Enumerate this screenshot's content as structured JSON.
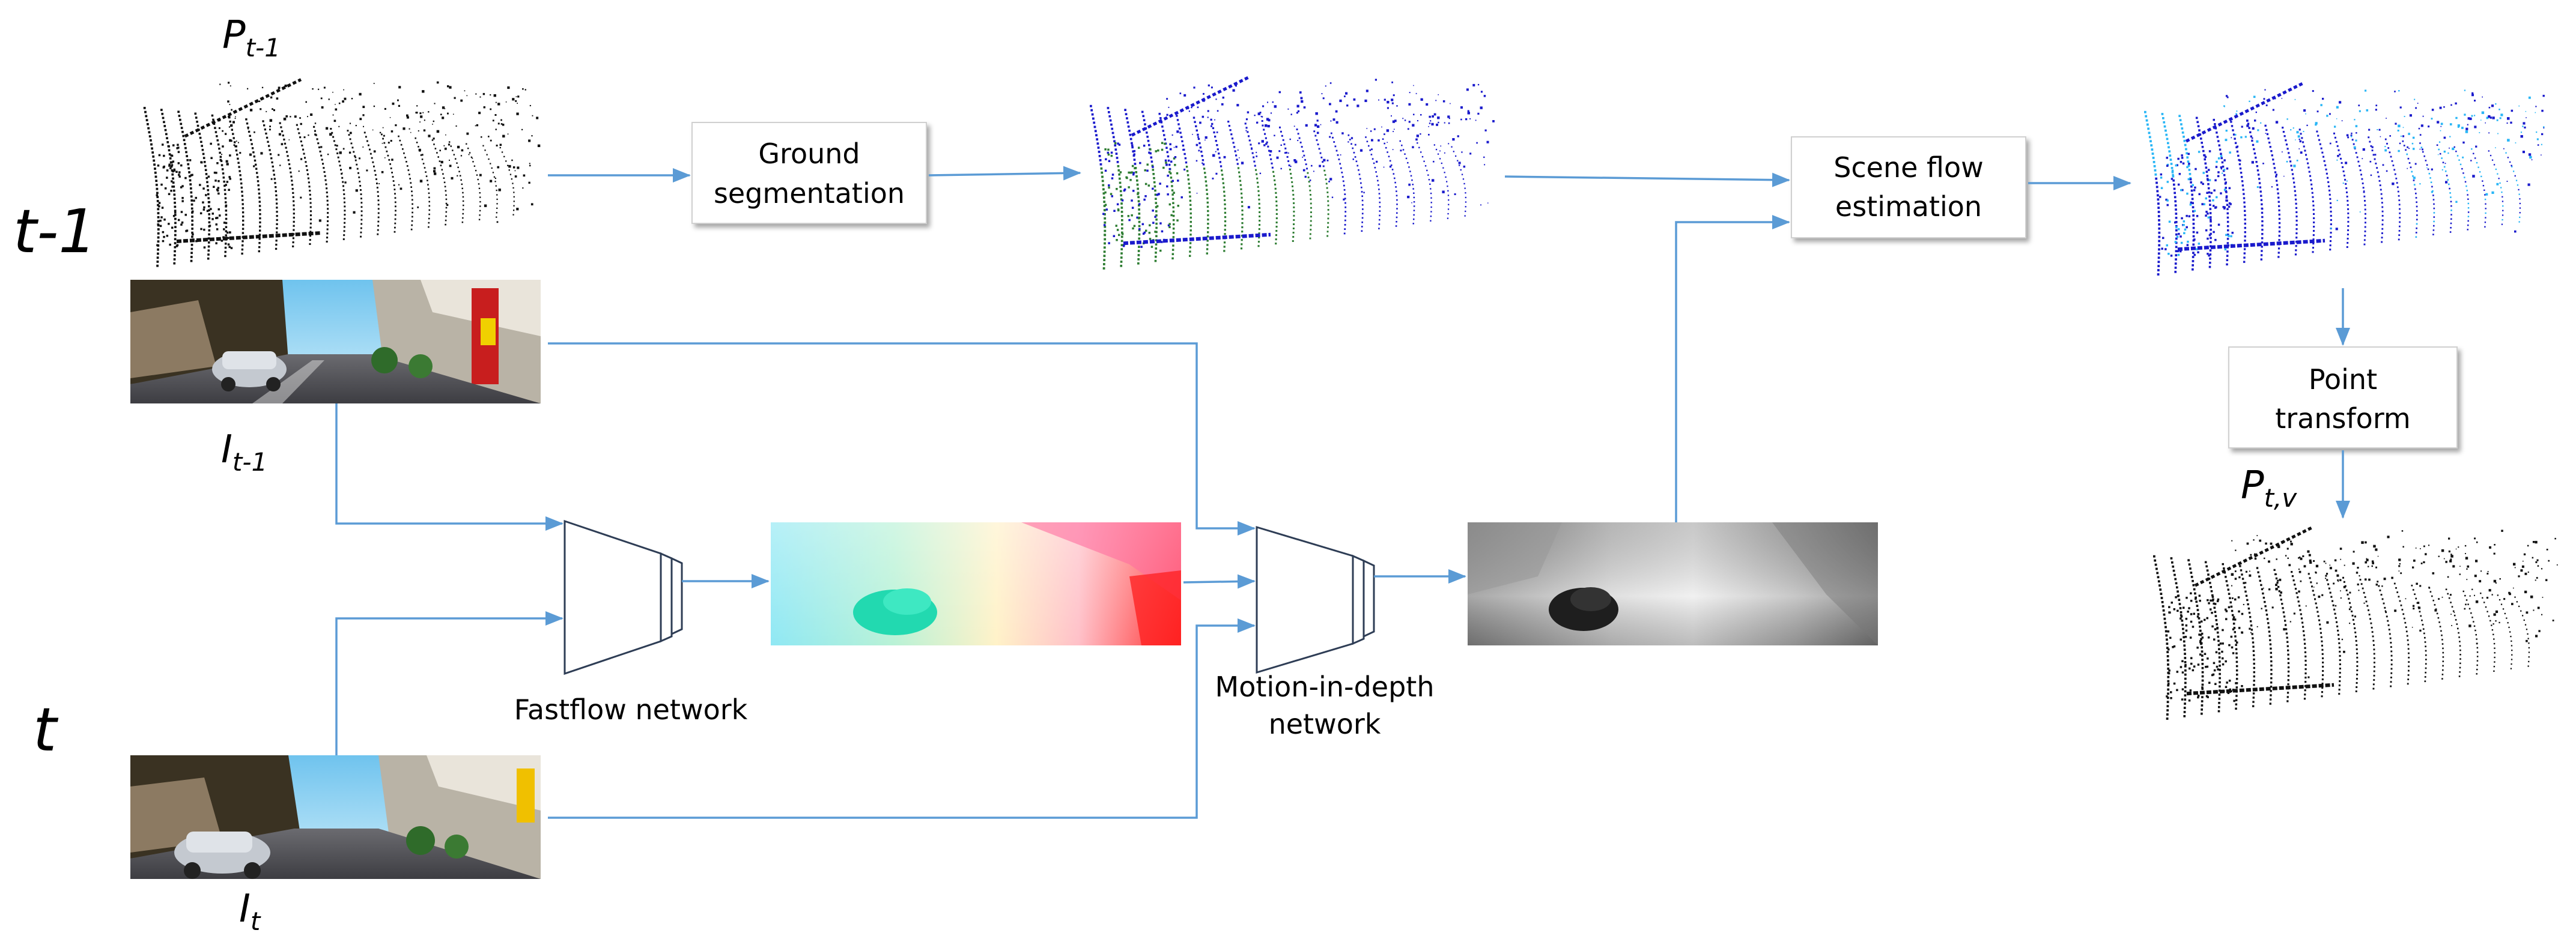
{
  "labels": {
    "time_prev": "t-1",
    "time_curr": "t",
    "p_prev_base": "P",
    "p_prev_sub": "t-1",
    "i_prev_base": "I",
    "i_prev_sub": "t-1",
    "i_curr_base": "I",
    "i_curr_sub": "t",
    "p_tv_base": "P",
    "p_tv_sub": "t,v",
    "fastflow": "Fastflow network",
    "mid_line1": "Motion-in-depth",
    "mid_line2": "network"
  },
  "boxes": {
    "ground_line1": "Ground",
    "ground_line2": "segmentation",
    "scene_line1": "Scene flow",
    "scene_line2": "estimation",
    "point_line1": "Point",
    "point_line2": "transform"
  },
  "colors": {
    "arrow": "#5b9bd5",
    "ground_points": "#2e7d32",
    "object_points": "#1a1acc",
    "flow_points": "#29b6f6"
  }
}
